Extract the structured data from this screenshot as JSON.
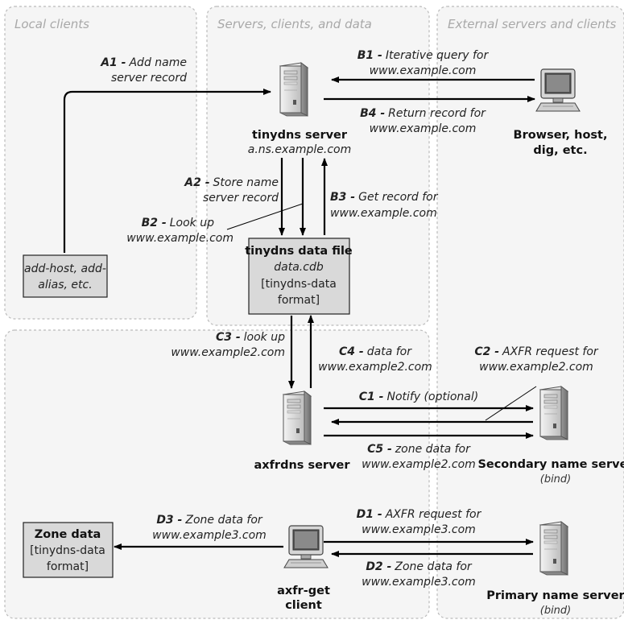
{
  "regions": {
    "local": "Local clients",
    "servers": "Servers, clients, and data",
    "external": "External servers and clients"
  },
  "nodes": {
    "tinydns": {
      "name": "tinydns server",
      "host": "a.ns.example.com"
    },
    "browser": {
      "line1": "Browser, host,",
      "line2": "dig, etc."
    },
    "axfrdns": {
      "name": "axfrdns server"
    },
    "secondary": {
      "name": "Secondary name server",
      "note": "(bind)"
    },
    "axfrget": {
      "line1": "axfr-get",
      "line2": "client"
    },
    "primary": {
      "name": "Primary name server",
      "note": "(bind)"
    }
  },
  "boxes": {
    "addhost": {
      "line1": "add-host, add-",
      "line2": "alias, etc."
    },
    "datafile": {
      "title": "tinydns data file",
      "file": "data.cdb",
      "line3": "[tinydns-data",
      "line4": "format]"
    },
    "zonedata": {
      "title": "Zone data",
      "line2": "[tinydns-data",
      "line3": "format]"
    }
  },
  "labels": {
    "A1": {
      "code": "A1 -",
      "l1": "Add name",
      "l2": "server record"
    },
    "A2": {
      "code": "A2 -",
      "l1": "Store name",
      "l2": "server record"
    },
    "B1": {
      "code": "B1 -",
      "l1": "Iterative query for",
      "l2": "www.example.com"
    },
    "B2": {
      "code": "B2 -",
      "l1": "Look up",
      "l2": "www.example.com"
    },
    "B3": {
      "code": "B3 -",
      "l1": "Get record for",
      "l2": "www.example.com"
    },
    "B4": {
      "code": "B4 -",
      "l1": "Return record for",
      "l2": "www.example.com"
    },
    "C1": {
      "code": "C1 -",
      "l1": "Notify (optional)"
    },
    "C2": {
      "code": "C2 -",
      "l1": "AXFR request for",
      "l2": "www.example2.com"
    },
    "C3": {
      "code": "C3 -",
      "l1": "look up",
      "l2": "www.example2.com"
    },
    "C4": {
      "code": "C4 -",
      "l1": "data for",
      "l2": "www.example2.com"
    },
    "C5": {
      "code": "C5 -",
      "l1": "zone data for",
      "l2": "www.example2.com"
    },
    "D1": {
      "code": "D1 -",
      "l1": "AXFR request for",
      "l2": "www.example3.com"
    },
    "D2": {
      "code": "D2 -",
      "l1": "Zone data for",
      "l2": "www.example3.com"
    },
    "D3": {
      "code": "D3 -",
      "l1": "Zone data for",
      "l2": "www.example3.com"
    }
  },
  "icons": {
    "server": "server-tower-icon",
    "workstation": "desktop-computer-icon"
  },
  "colors": {
    "box_fill": "#d9d9d9",
    "region_border": "#bbbbbb",
    "arrow": "#000000"
  }
}
